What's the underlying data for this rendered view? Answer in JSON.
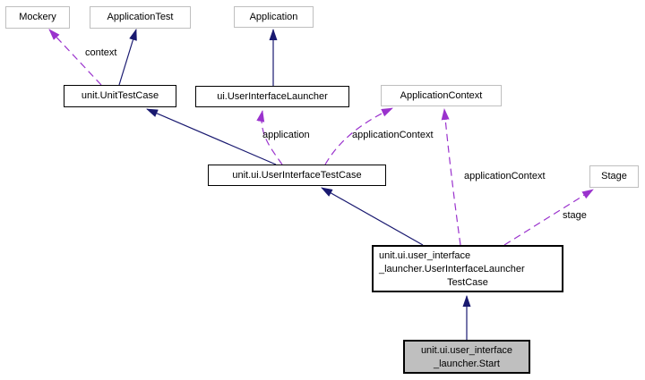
{
  "diagram": {
    "type": "collaboration-graph",
    "colors": {
      "inheritance_edge": "#191970",
      "usage_edge": "#9a32cd",
      "external_border": "#bfbfbf",
      "internal_border": "#000000",
      "current_node_fill": "#bfbfbf",
      "text": "#000000",
      "background": "#ffffff"
    },
    "nodes": {
      "mockery": {
        "label": "Mockery",
        "kind": "external"
      },
      "application_test": {
        "label": "ApplicationTest",
        "kind": "external"
      },
      "application": {
        "label": "Application",
        "kind": "external"
      },
      "unit_testcase": {
        "label": "unit.UnitTestCase",
        "kind": "internal"
      },
      "ui_launcher": {
        "label": "ui.UserInterfaceLauncher",
        "kind": "internal"
      },
      "application_context": {
        "label": "ApplicationContext",
        "kind": "external"
      },
      "stage": {
        "label": "Stage",
        "kind": "external"
      },
      "ui_testcase": {
        "label": "unit.ui.UserInterfaceTestCase",
        "kind": "internal"
      },
      "launcher_testcase": {
        "line1": "unit.ui.user_interface",
        "line2": "_launcher.UserInterfaceLauncher",
        "line3": "TestCase",
        "kind": "internal"
      },
      "start": {
        "line1": "unit.ui.user_interface",
        "line2": "_launcher.Start",
        "kind": "current"
      }
    },
    "edges": [
      {
        "from": "unit_testcase",
        "to": "mockery",
        "type": "usage",
        "label": "context"
      },
      {
        "from": "unit_testcase",
        "to": "application_test",
        "type": "inheritance",
        "label": ""
      },
      {
        "from": "ui_launcher",
        "to": "application",
        "type": "inheritance",
        "label": ""
      },
      {
        "from": "ui_testcase",
        "to": "unit_testcase",
        "type": "inheritance",
        "label": ""
      },
      {
        "from": "ui_testcase",
        "to": "ui_launcher",
        "type": "usage",
        "label": "application"
      },
      {
        "from": "ui_testcase",
        "to": "application_context",
        "type": "usage",
        "label": "applicationContext"
      },
      {
        "from": "launcher_testcase",
        "to": "application_context",
        "type": "usage",
        "label": "applicationContext"
      },
      {
        "from": "launcher_testcase",
        "to": "stage",
        "type": "usage",
        "label": "stage"
      },
      {
        "from": "launcher_testcase",
        "to": "ui_testcase",
        "type": "inheritance",
        "label": ""
      },
      {
        "from": "start",
        "to": "launcher_testcase",
        "type": "inheritance",
        "label": ""
      }
    ],
    "edge_labels": {
      "context": "context",
      "application": "application",
      "application_context_1": "applicationContext",
      "application_context_2": "applicationContext",
      "stage": "stage"
    }
  }
}
